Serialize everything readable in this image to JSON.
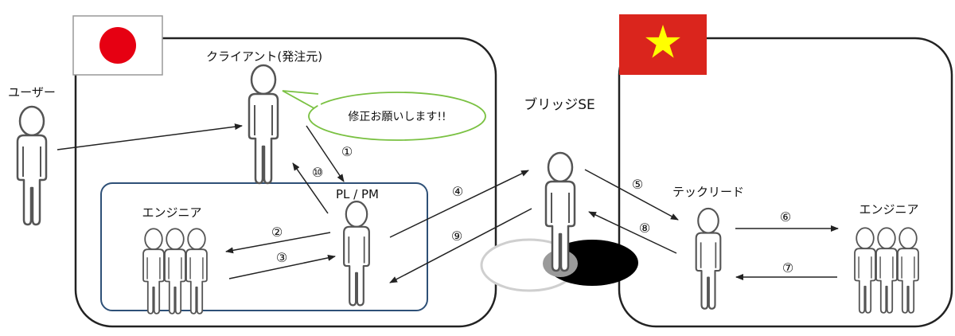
{
  "labels": {
    "user": "ユーザー",
    "client": "クライアント(発注元)",
    "speech": "修正お願いします!!",
    "pl_pm": "PL / PM",
    "engineer_jp": "エンジニア",
    "bridge_se": "ブリッジSE",
    "tech_lead": "テックリード",
    "engineer_vn": "エンジニア"
  },
  "steps": {
    "s1": "①",
    "s2": "②",
    "s3": "③",
    "s4": "④",
    "s5": "⑤",
    "s6": "⑥",
    "s7": "⑦",
    "s8": "⑧",
    "s9": "⑨",
    "s10": "⑩"
  },
  "colors": {
    "japan_flag_red": "#e60012",
    "vietnam_flag_red": "#da251d",
    "vietnam_star": "#ffff00",
    "team_box_border": "#2e5077",
    "speech_border": "#7ac142",
    "figure_stroke": "#555555",
    "arrow": "#222222"
  },
  "icons": {
    "japan_flag": "japan-flag-icon",
    "vietnam_flag": "vietnam-flag-icon",
    "person": "person-icon"
  }
}
